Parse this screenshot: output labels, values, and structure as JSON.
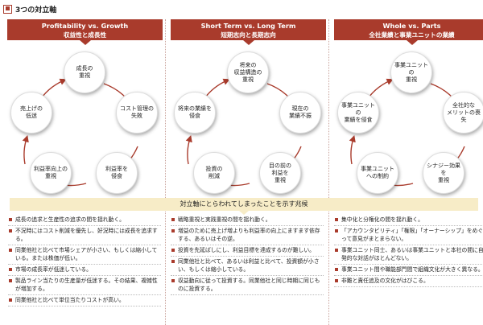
{
  "page_title": "3つの対立軸",
  "panels": [
    {
      "title_en": "Profitability vs. Growth",
      "title_ja": "収益性と成長性",
      "nodes": [
        "成長の\n重視",
        "コスト管理の\n失敗",
        "利益率を\n侵食",
        "利益率向上の\n重視",
        "売上げの\n低迷"
      ]
    },
    {
      "title_en": "Short Term vs. Long Term",
      "title_ja": "短期志向と長期志向",
      "nodes": [
        "将来の\n収益構造の\n重視",
        "現在の\n業績不振",
        "目の前の\n利益を\n重視",
        "投資の\n削減",
        "将来の業績を\n侵食"
      ]
    },
    {
      "title_en": "Whole vs. Parts",
      "title_ja": "全社業績と事業ユニットの業績",
      "nodes": [
        "事業ユニットの\n重視",
        "全社的な\nメリットの喪失",
        "シナジー効果を\n重視",
        "事業ユニット\nへの制約",
        "事業ユニットの\n業績を侵食"
      ]
    }
  ],
  "signs_banner": "対立軸にとらわれてしまったことを示す兆候",
  "signs": [
    [
      "成長の追求と生産性の追求の間を揺れ動く。",
      "不況時にはコスト削減を優先し、好況時には成長を追求する。",
      "同業他社と比べて市場シェアが小さい、もしくは縮小している。または株価が低い。",
      "市場の成長率が低迷している。",
      "製品ライン当たりの生産量が低迷する。その結果、複雑性が増加する。",
      "同業他社と比べて単位当たりコストが高い。"
    ],
    [
      "戦略重視と実践重視の間を揺れ動く。",
      "増益のために売上げ増よりも利益率の向上にますます依存する、あるいはその逆。",
      "投資を先延ばしにし、利益目標を達成するのが難しい。",
      "同業他社と比べて、あるいは利益と比べて、投資額が小さい、もしくは縮小している。",
      "収益動向に従って投資する。同業他社と同じ時期に同じものに投資する。"
    ],
    [
      "集中化と分権化の間を揺れ動く。",
      "「アカウンタビリティ」「権限」「オーナーシップ」をめぐって意見がまとまらない。",
      "事業ユニット同士、あるいは事業ユニットと本社の間に自発的な対話がほとんどない。",
      "事業ユニット間や職能部門間で組織文化が大きく異なる。",
      "非難と責任追及の文化がはびこる。"
    ]
  ],
  "colors": {
    "accent": "#a93b2c",
    "banner": "#f7ecc7"
  }
}
